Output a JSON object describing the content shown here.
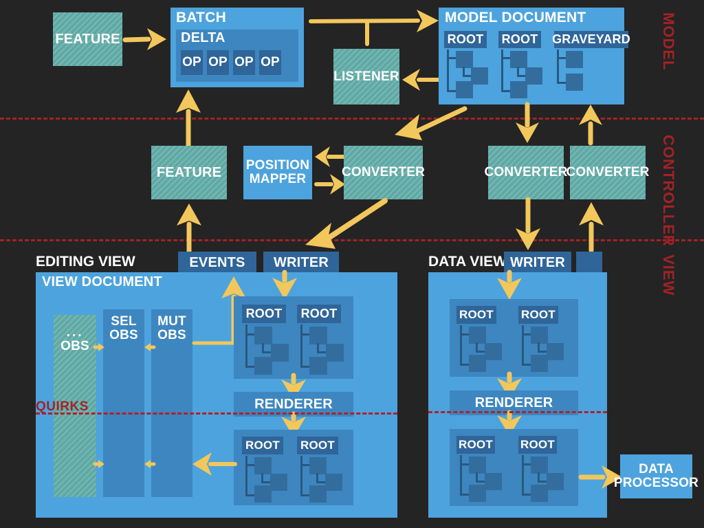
{
  "diagram": {
    "title": "CKEditor 5 MVC architecture overview",
    "background_color": "#242424",
    "accent_arrow_color": "#f2c75c",
    "layer_line_color": "#a32226",
    "hatch_color": "#5fa9a5",
    "blue_light": "#4da3dd",
    "blue_mid": "#3d86c0",
    "blue_dark": "#2f6599",
    "node_color": "#336d9e"
  },
  "layers": [
    {
      "name": "model",
      "label": "MODEL"
    },
    {
      "name": "controller",
      "label": "CONTROLLER"
    },
    {
      "name": "view",
      "label": "VIEW"
    }
  ],
  "model": {
    "feature": {
      "label": "FEATURE"
    },
    "batch": {
      "label": "BATCH",
      "delta": {
        "label": "DELTA",
        "ops": [
          "OP",
          "OP",
          "OP",
          "OP"
        ]
      }
    },
    "listener": {
      "label": "LISTENER"
    },
    "model_document": {
      "label": "MODEL DOCUMENT",
      "trees": [
        {
          "label": "ROOT"
        },
        {
          "label": "ROOT"
        },
        {
          "label": "GRAVEYARD"
        }
      ]
    }
  },
  "controller": {
    "feature": {
      "label": "FEATURE"
    },
    "position_mapper": {
      "label": "POSITION\nMAPPER",
      "line1": "POSITION",
      "line2": "MAPPER"
    },
    "converter_editing": {
      "label": "CONVERTER"
    },
    "converter_data_down": {
      "label": "CONVERTER"
    },
    "converter_data_up": {
      "label": "CONVERTER"
    }
  },
  "view": {
    "editing_view": {
      "title": "EDITING VIEW",
      "events_label": "EVENTS",
      "writer_label": "WRITER",
      "document": {
        "title": "VIEW DOCUMENT",
        "observers": [
          {
            "label": "... OBS",
            "line1": "...",
            "line2": "OBS",
            "style": "hatch"
          },
          {
            "label": "SEL OBS",
            "line1": "SEL",
            "line2": "OBS",
            "style": "blue"
          },
          {
            "label": "MUT OBS",
            "line1": "MUT",
            "line2": "OBS",
            "style": "blue"
          }
        ],
        "upper_trees": [
          {
            "label": "ROOT"
          },
          {
            "label": "ROOT"
          }
        ],
        "renderer": {
          "label": "RENDERER"
        },
        "lower_trees": [
          {
            "label": "ROOT"
          },
          {
            "label": "ROOT"
          }
        ]
      },
      "quirks_label": "QUIRKS"
    },
    "data_view": {
      "title": "DATA VIEW",
      "writer_label": "WRITER",
      "extra_box_label": "",
      "upper_trees": [
        {
          "label": "ROOT"
        },
        {
          "label": "ROOT"
        }
      ],
      "renderer": {
        "label": "RENDERER"
      },
      "lower_trees": [
        {
          "label": "ROOT"
        },
        {
          "label": "ROOT"
        }
      ]
    },
    "data_processor": {
      "label": "DATA\nPROCESSOR",
      "line1": "DATA",
      "line2": "PROCESSOR"
    }
  }
}
